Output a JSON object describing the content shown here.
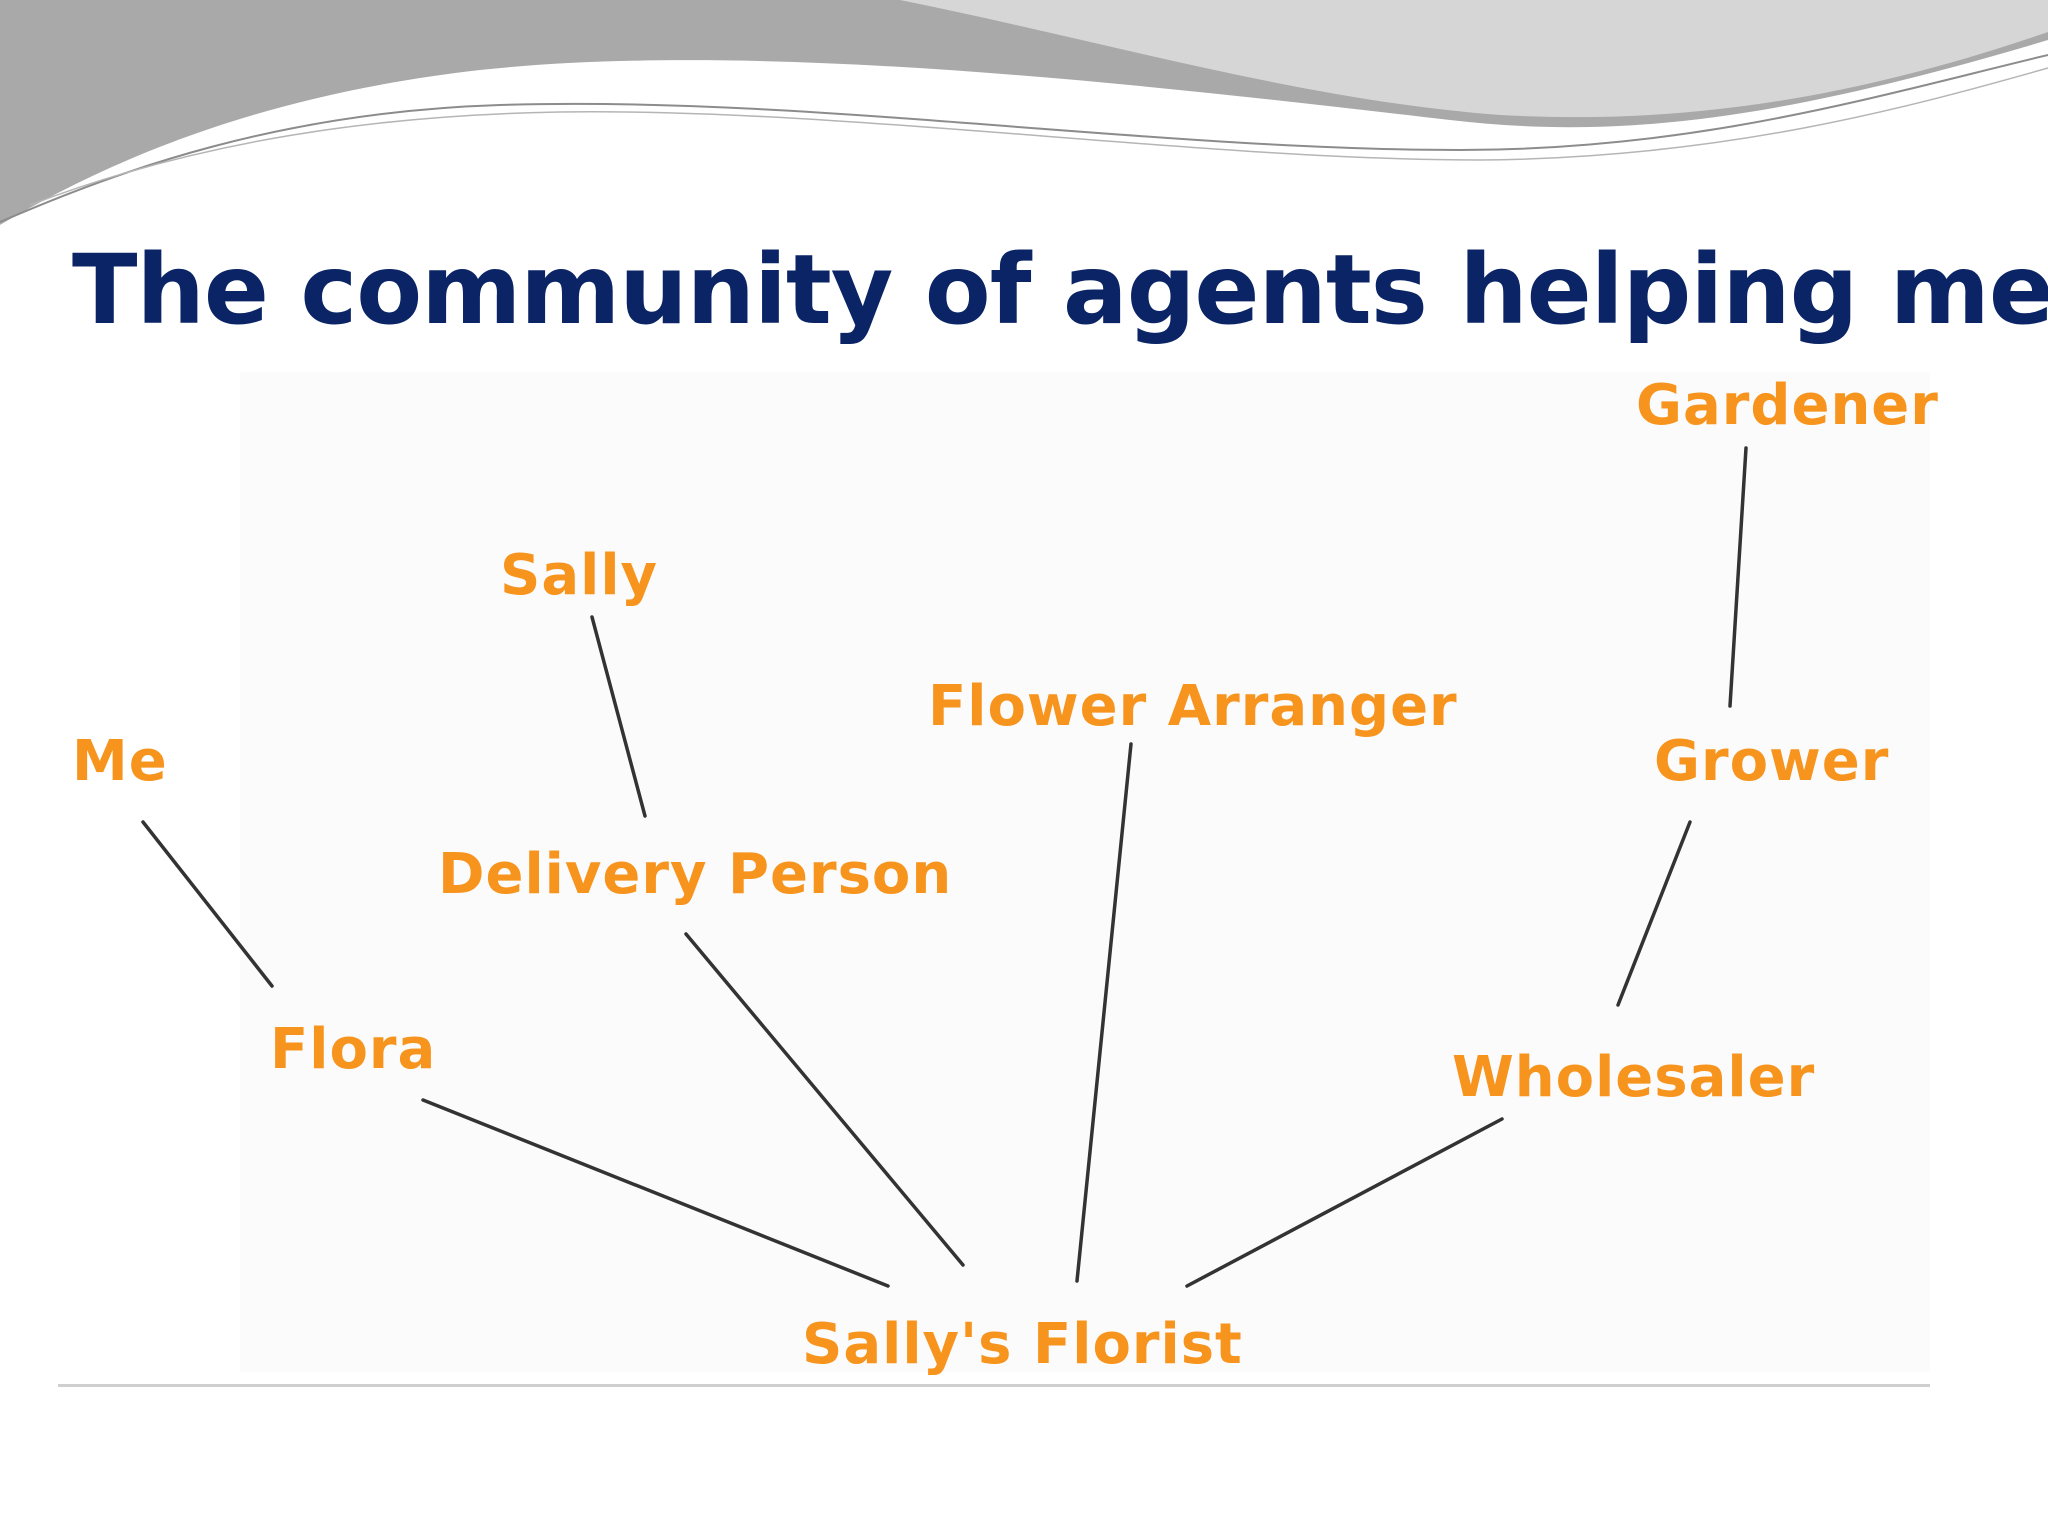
{
  "slide": {
    "title": "The community of agents helping me"
  },
  "colors": {
    "title": "#0b2466",
    "node_text": "#f7941d",
    "edge": "#333333",
    "swoosh_dark": "#a9a9a9",
    "swoosh_light": "#d6d6d6"
  },
  "diagram": {
    "nodes": [
      {
        "id": "gardener",
        "label": "Gardener"
      },
      {
        "id": "sally",
        "label": "Sally"
      },
      {
        "id": "flower_arranger",
        "label": "Flower Arranger"
      },
      {
        "id": "me",
        "label": "Me"
      },
      {
        "id": "grower",
        "label": "Grower"
      },
      {
        "id": "delivery_person",
        "label": "Delivery Person"
      },
      {
        "id": "flora",
        "label": "Flora"
      },
      {
        "id": "wholesaler",
        "label": "Wholesaler"
      },
      {
        "id": "sallys_florist",
        "label": "Sally's Florist"
      }
    ],
    "edges": [
      {
        "from": "me",
        "to": "flora"
      },
      {
        "from": "flora",
        "to": "sallys_florist"
      },
      {
        "from": "sally",
        "to": "delivery_person"
      },
      {
        "from": "delivery_person",
        "to": "sallys_florist"
      },
      {
        "from": "flower_arranger",
        "to": "sallys_florist"
      },
      {
        "from": "gardener",
        "to": "grower"
      },
      {
        "from": "grower",
        "to": "wholesaler"
      },
      {
        "from": "wholesaler",
        "to": "sallys_florist"
      }
    ]
  }
}
